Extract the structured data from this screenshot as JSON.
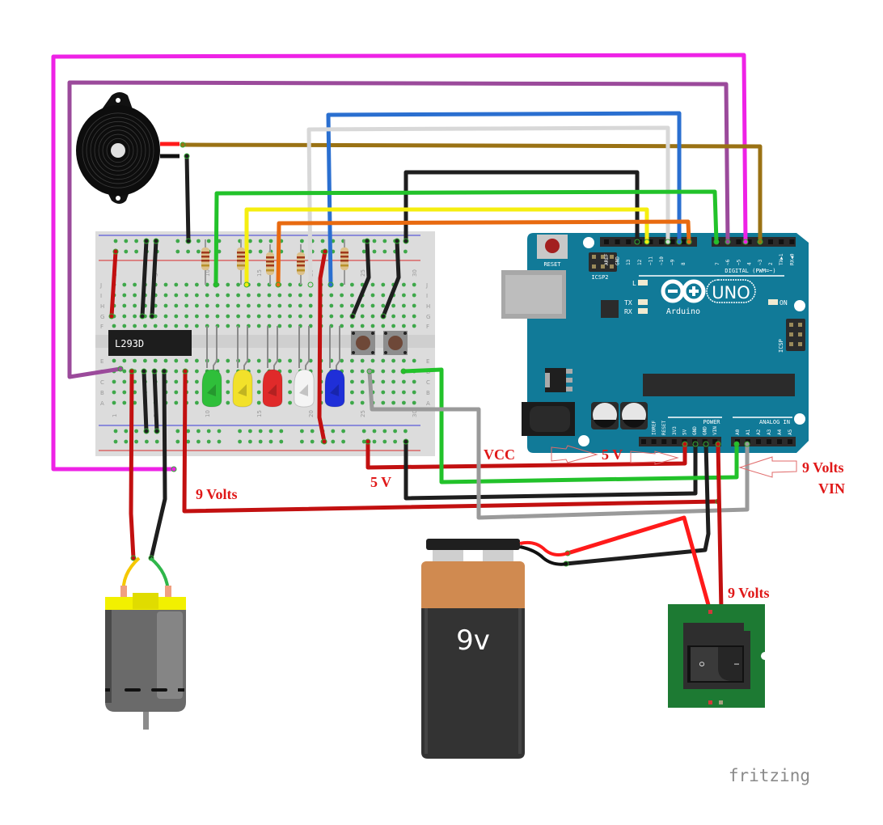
{
  "diagram": {
    "type": "fritzing-breadboard-schematic",
    "watermark": "fritzing",
    "annotations": {
      "vcc": "VCC",
      "five_v_arduino": "5 V",
      "five_v_breadboard": "5 V",
      "nine_volts_vin_line1": "9 Volts",
      "nine_volts_vin_line2": "VIN",
      "nine_volts_bottom": "9 Volts",
      "nine_volts_switch": "9 Volts"
    },
    "components": {
      "driver_ic": {
        "label": "L293D"
      },
      "battery": {
        "label": "9v"
      },
      "arduino": {
        "logo_text": "Arduino",
        "model": "UNO",
        "reset_label": "RESET",
        "icsp2_label": "ICSP2",
        "icsp_label": "ICSP",
        "digital_label": "DIGITAL (PWM=~)",
        "power_label": "POWER",
        "analog_label": "ANALOG IN",
        "led_labels": [
          "L",
          "TX",
          "RX",
          "ON"
        ],
        "digital_pins": [
          "AREF",
          "GND",
          "13",
          "12",
          "~11",
          "~10",
          "~9",
          "8",
          "7",
          "~6",
          "~5",
          "4",
          "~3",
          "2",
          "TX▶1",
          "RX◀0"
        ],
        "power_pins": [
          "IOREF",
          "RESET",
          "3V3",
          "5V",
          "GND",
          "GND",
          "VIN"
        ],
        "analog_pins": [
          "A0",
          "A1",
          "A2",
          "A3",
          "A4",
          "A5"
        ]
      },
      "switch": {
        "off_symbol": "O",
        "on_symbol": "I"
      },
      "leds": [
        {
          "name": "green",
          "color": "#2fbf3a"
        },
        {
          "name": "yellow",
          "color": "#f2e12a"
        },
        {
          "name": "red",
          "color": "#e02a2a"
        },
        {
          "name": "white",
          "color": "#f4f4f4"
        },
        {
          "name": "blue",
          "color": "#1f2fd8"
        }
      ],
      "breadboard": {
        "row_letters_top": [
          "J",
          "I",
          "H",
          "G",
          "F"
        ],
        "row_letters_bottom": [
          "E",
          "D",
          "C",
          "B",
          "A"
        ],
        "column_numbers": [
          "1",
          "5",
          "10",
          "15",
          "20",
          "25",
          "30"
        ]
      }
    },
    "wire_colors": {
      "magenta": "#ee22e6",
      "purple": "#9b4a9b",
      "brown": "#9a7214",
      "blue": "#2a6fd0",
      "white": "#d8d8d8",
      "black": "#1e1e1e",
      "green": "#22c22a",
      "yellow": "#f5ee10",
      "orange": "#e86a10",
      "red": "#c21010",
      "gray": "#9a9a9a"
    }
  }
}
